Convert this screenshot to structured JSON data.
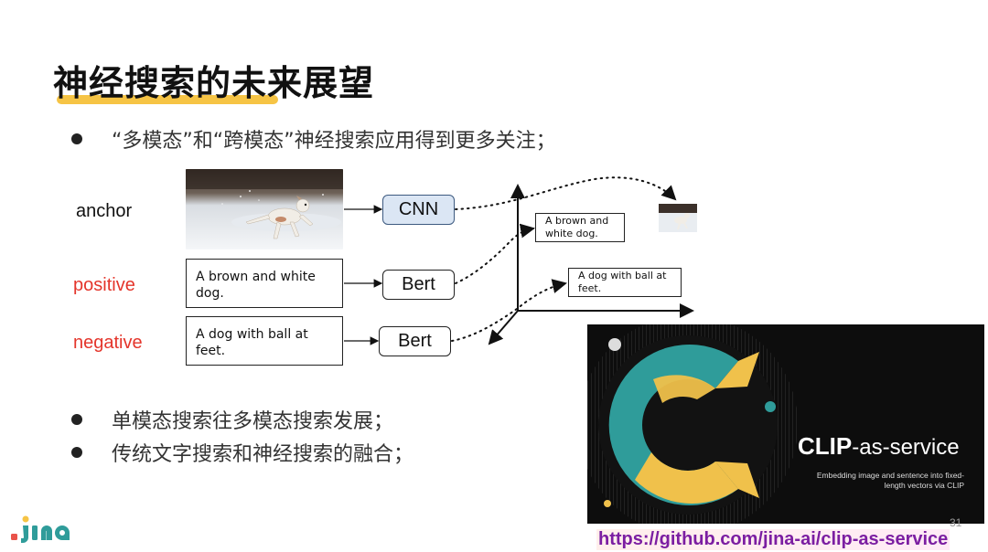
{
  "slide": {
    "title": "神经搜索的未来展望",
    "bullets": [
      "“多模态”和“跨模态”神经搜索应用得到更多关注；",
      "单模态搜索往多模态搜索发展；",
      "传统文字搜索和神经搜索的融合；"
    ],
    "page_number": "31",
    "url": "https://github.com/jina-ai/clip-as-service"
  },
  "diagram": {
    "row_labels": {
      "anchor": "anchor",
      "positive": "positive",
      "negative": "negative"
    },
    "positive_text": "A brown and white dog.",
    "negative_text": "A dog with ball at feet.",
    "models": {
      "image": "CNN",
      "text_positive": "Bert",
      "text_negative": "Bert"
    },
    "embedding_labels": {
      "positive": "A brown and white dog.",
      "negative": "A dog with ball at feet."
    }
  },
  "clip_panel": {
    "brand_bold": "CLIP",
    "brand_rest": "-as-service",
    "subtitle": "Embedding image and sentence into fixed-length vectors via CLIP"
  },
  "colors": {
    "accent_yellow": "#f6c445",
    "label_red": "#e4352b",
    "url_purple": "#7b1ea2",
    "clip_teal": "#2f9c9a"
  }
}
